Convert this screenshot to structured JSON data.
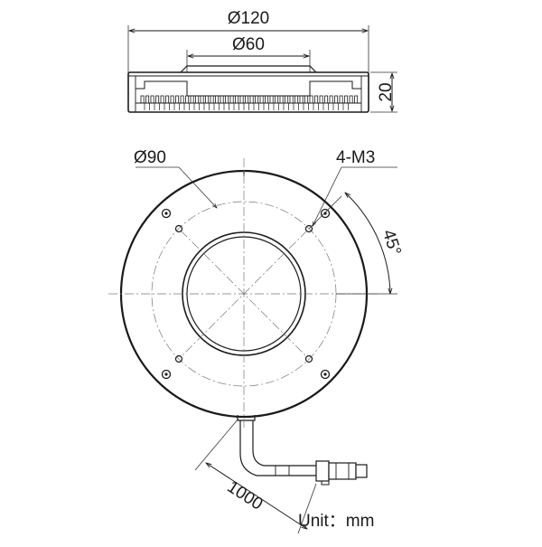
{
  "dimensions": {
    "outer_diameter": "Ø120",
    "inner_diameter": "Ø60",
    "height": "20",
    "bolt_circle": "Ø90",
    "holes": "4-M3",
    "angle": "45°",
    "cable_length": "1000"
  },
  "unit_label": "Unit：mm",
  "colors": {
    "line": "#1a1a1a",
    "centerline": "#777777",
    "background": "#ffffff"
  }
}
